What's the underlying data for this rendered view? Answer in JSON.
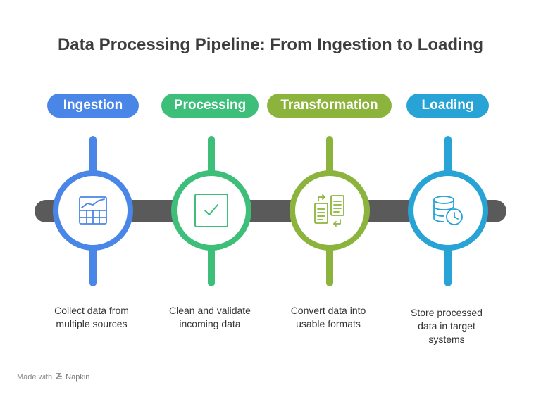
{
  "title": "Data Processing Pipeline: From Ingestion to Loading",
  "stages": [
    {
      "label": "Ingestion",
      "description_line1": "Collect data from",
      "description_line2": "multiple sources",
      "description_line3": "",
      "color": "#4a86e8",
      "icon": "table-chart-icon"
    },
    {
      "label": "Processing",
      "description_line1": "Clean and validate",
      "description_line2": "incoming data",
      "description_line3": "",
      "color": "#3dbf7a",
      "icon": "checkbox-icon"
    },
    {
      "label": "Transformation",
      "description_line1": "Convert data into",
      "description_line2": "usable formats",
      "description_line3": "",
      "color": "#8cb43c",
      "icon": "document-convert-icon"
    },
    {
      "label": "Loading",
      "description_line1": "Store processed",
      "description_line2": "data in target",
      "description_line3": "systems",
      "color": "#27a3d6",
      "icon": "database-clock-icon"
    }
  ],
  "footer": {
    "made_with": "Made with",
    "brand": "Napkin"
  }
}
